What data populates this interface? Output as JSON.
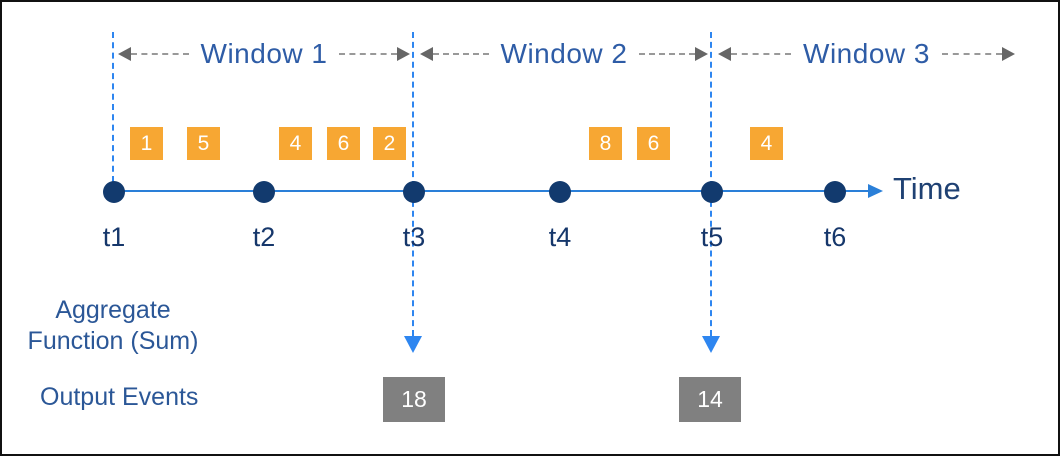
{
  "colors": {
    "event_box": "#F7A733",
    "output_box": "#808080",
    "timeline": "#2A7FD8",
    "dot": "#123A6E",
    "dashed_guide": "#2E86F0",
    "window_arrow_line": "#999999",
    "window_arrow_head": "#666666",
    "label_blue": "#2B5797",
    "tick_blue": "#16376B"
  },
  "windows": [
    {
      "label": "Window 1"
    },
    {
      "label": "Window 2"
    },
    {
      "label": "Window 3"
    }
  ],
  "timeline": {
    "axis_label": "Time",
    "ticks": [
      {
        "label": "t1"
      },
      {
        "label": "t2"
      },
      {
        "label": "t3"
      },
      {
        "label": "t4"
      },
      {
        "label": "t5"
      },
      {
        "label": "t6"
      }
    ]
  },
  "events": [
    {
      "value": "1",
      "window": "Window 1"
    },
    {
      "value": "5",
      "window": "Window 1"
    },
    {
      "value": "4",
      "window": "Window 1"
    },
    {
      "value": "6",
      "window": "Window 1"
    },
    {
      "value": "2",
      "window": "Window 1"
    },
    {
      "value": "8",
      "window": "Window 2"
    },
    {
      "value": "6",
      "window": "Window 2"
    },
    {
      "value": "4",
      "window": "Window 3"
    }
  ],
  "aggregate": {
    "line1": "Aggregate",
    "line2": "Function (Sum)"
  },
  "output": {
    "label": "Output Events",
    "items": [
      {
        "value": "18",
        "tick": "t3"
      },
      {
        "value": "14",
        "tick": "t5"
      }
    ]
  }
}
